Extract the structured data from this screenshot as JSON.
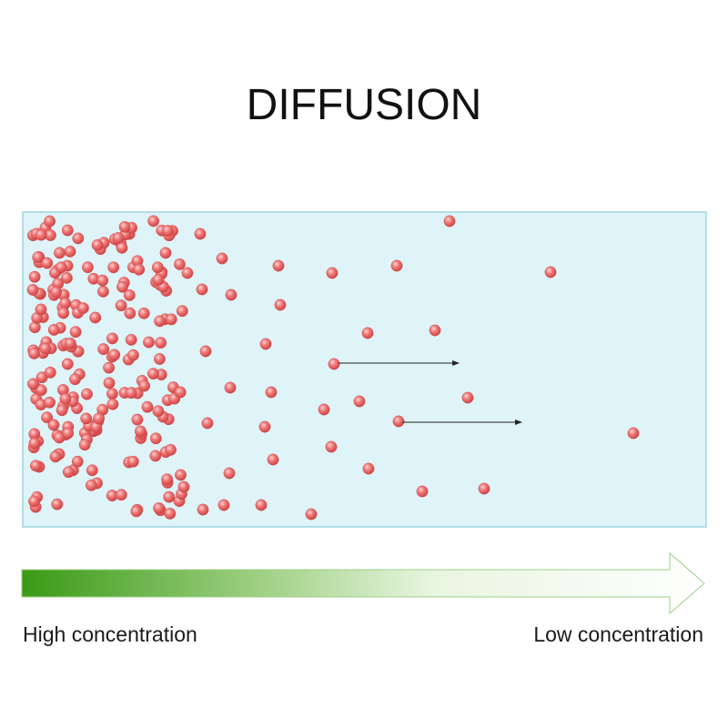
{
  "title": "DIFFUSION",
  "labels": {
    "high": "High concentration",
    "low": "Low concentration"
  },
  "colors": {
    "container_fill": "#def4f8",
    "container_stroke": "#9fd4e0",
    "particle": "#ef6f6f",
    "gradient_start": "#3a9a16",
    "gradient_end": "#ffffff",
    "motion_arrow": "#222222"
  }
}
